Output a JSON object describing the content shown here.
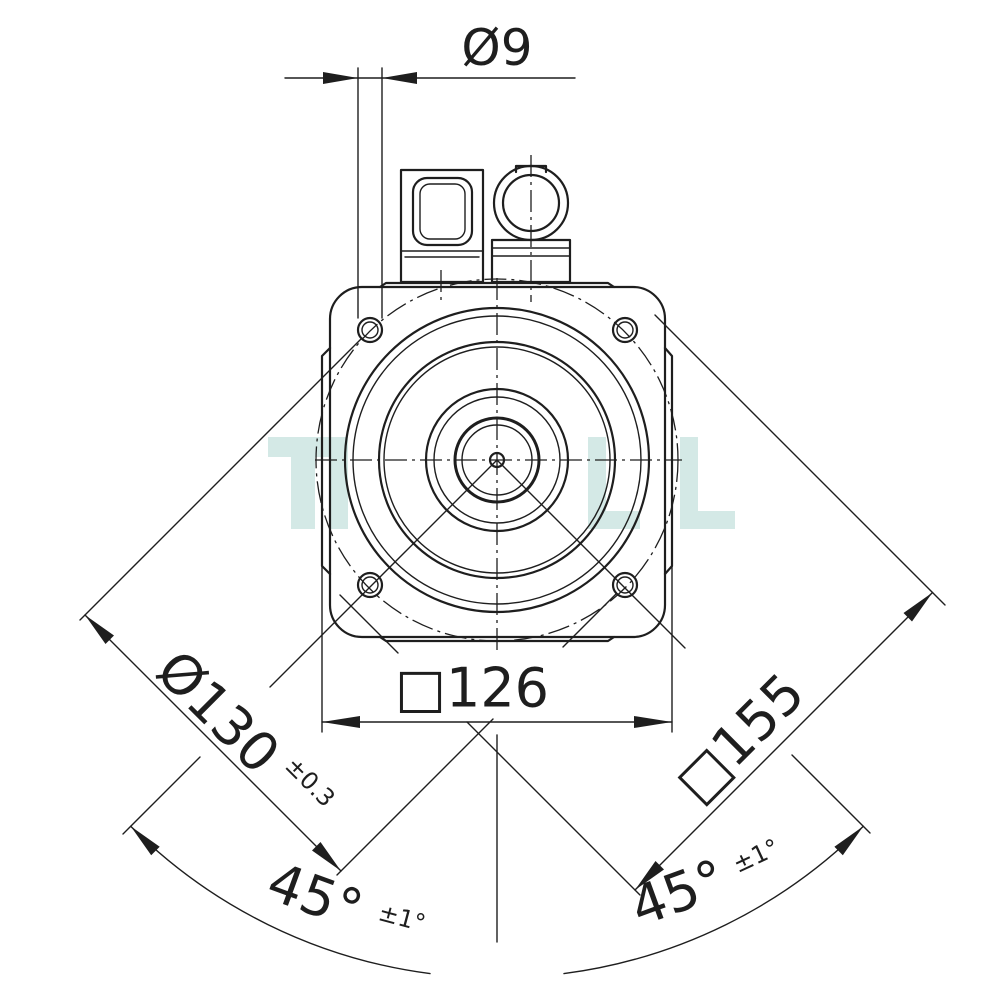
{
  "labels": {
    "hole_diameter": "Ø9",
    "flange_square": "□126",
    "pitch_diameter": "Ø130",
    "pitch_tolerance": "±0.3",
    "outer_square": "□155",
    "angle_left": "45°",
    "angle_left_tolerance": "±1°",
    "angle_right": "45°",
    "angle_right_tolerance": "±1°"
  },
  "colors": {
    "line": "#1e1e1e",
    "background": "#ffffff",
    "watermark": "#d4e9e6"
  }
}
